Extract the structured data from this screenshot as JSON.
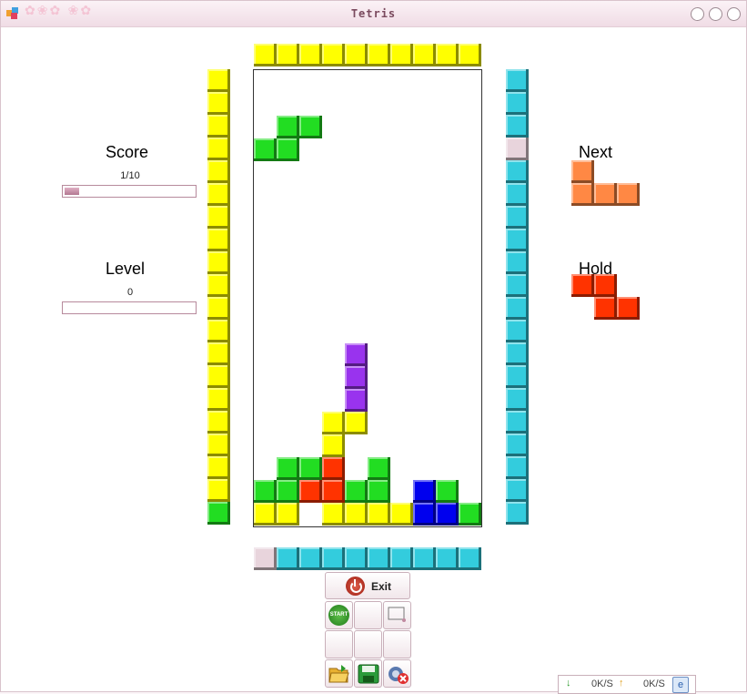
{
  "window": {
    "title": "Tetris"
  },
  "score": {
    "label": "Score",
    "value": "1/10",
    "progress": 0.1
  },
  "level": {
    "label": "Level",
    "value": "0",
    "progress": 0
  },
  "next": {
    "label": "Next"
  },
  "hold": {
    "label": "Hold"
  },
  "controls": {
    "exit_label": "Exit",
    "start_label": "START"
  },
  "status": {
    "down": "0K/S",
    "up": "0K/S"
  },
  "colors": {
    "yellow": "#ffff00",
    "cyan": "#33ccdd",
    "green": "#22dd22",
    "red": "#ff3300",
    "purple": "#9933ee",
    "blue": "#0000ee",
    "orange": "#ff8844",
    "pink": "#e8d4dc",
    "board_border": "#333333",
    "title": "#7a4a5e"
  },
  "board": {
    "cols": 10,
    "rows": 20,
    "cells": [
      {
        "r": 2,
        "c": 1,
        "color": "green"
      },
      {
        "r": 2,
        "c": 2,
        "color": "green"
      },
      {
        "r": 3,
        "c": 0,
        "color": "green"
      },
      {
        "r": 3,
        "c": 1,
        "color": "green"
      },
      {
        "r": 12,
        "c": 4,
        "color": "purple"
      },
      {
        "r": 13,
        "c": 4,
        "color": "purple"
      },
      {
        "r": 14,
        "c": 4,
        "color": "purple"
      },
      {
        "r": 15,
        "c": 3,
        "color": "yellow"
      },
      {
        "r": 15,
        "c": 4,
        "color": "yellow"
      },
      {
        "r": 16,
        "c": 3,
        "color": "yellow"
      },
      {
        "r": 17,
        "c": 1,
        "color": "green"
      },
      {
        "r": 17,
        "c": 2,
        "color": "green"
      },
      {
        "r": 17,
        "c": 3,
        "color": "red"
      },
      {
        "r": 17,
        "c": 5,
        "color": "green"
      },
      {
        "r": 18,
        "c": 0,
        "color": "green"
      },
      {
        "r": 18,
        "c": 1,
        "color": "green"
      },
      {
        "r": 18,
        "c": 2,
        "color": "red"
      },
      {
        "r": 18,
        "c": 3,
        "color": "red"
      },
      {
        "r": 18,
        "c": 4,
        "color": "green"
      },
      {
        "r": 18,
        "c": 5,
        "color": "green"
      },
      {
        "r": 18,
        "c": 7,
        "color": "blue"
      },
      {
        "r": 18,
        "c": 8,
        "color": "green"
      },
      {
        "r": 19,
        "c": 0,
        "color": "yellow"
      },
      {
        "r": 19,
        "c": 1,
        "color": "yellow"
      },
      {
        "r": 19,
        "c": 3,
        "color": "yellow"
      },
      {
        "r": 19,
        "c": 4,
        "color": "yellow"
      },
      {
        "r": 19,
        "c": 5,
        "color": "yellow"
      },
      {
        "r": 19,
        "c": 6,
        "color": "yellow"
      },
      {
        "r": 19,
        "c": 7,
        "color": "blue"
      },
      {
        "r": 19,
        "c": 8,
        "color": "blue"
      },
      {
        "r": 19,
        "c": 9,
        "color": "green"
      }
    ]
  },
  "frame": {
    "top": [
      "yellow",
      "yellow",
      "yellow",
      "yellow",
      "yellow",
      "yellow",
      "yellow",
      "yellow",
      "yellow",
      "yellow"
    ],
    "bottom": [
      "pink",
      "cyan",
      "cyan",
      "cyan",
      "cyan",
      "cyan",
      "cyan",
      "cyan",
      "cyan",
      "cyan"
    ],
    "left": [
      "yellow",
      "yellow",
      "yellow",
      "yellow",
      "yellow",
      "yellow",
      "yellow",
      "yellow",
      "yellow",
      "yellow",
      "yellow",
      "yellow",
      "yellow",
      "yellow",
      "yellow",
      "yellow",
      "yellow",
      "yellow",
      "yellow",
      "green"
    ],
    "right": [
      "cyan",
      "cyan",
      "cyan",
      "pink",
      "cyan",
      "cyan",
      "cyan",
      "cyan",
      "cyan",
      "cyan",
      "cyan",
      "cyan",
      "cyan",
      "cyan",
      "cyan",
      "cyan",
      "cyan",
      "cyan",
      "cyan",
      "cyan"
    ]
  },
  "next_piece": {
    "color": "orange",
    "cells": [
      [
        0,
        0
      ],
      [
        1,
        0
      ],
      [
        1,
        1
      ],
      [
        1,
        2
      ]
    ]
  },
  "hold_piece": {
    "color": "red",
    "cells": [
      [
        0,
        0
      ],
      [
        0,
        1
      ],
      [
        1,
        1
      ],
      [
        1,
        2
      ]
    ]
  }
}
